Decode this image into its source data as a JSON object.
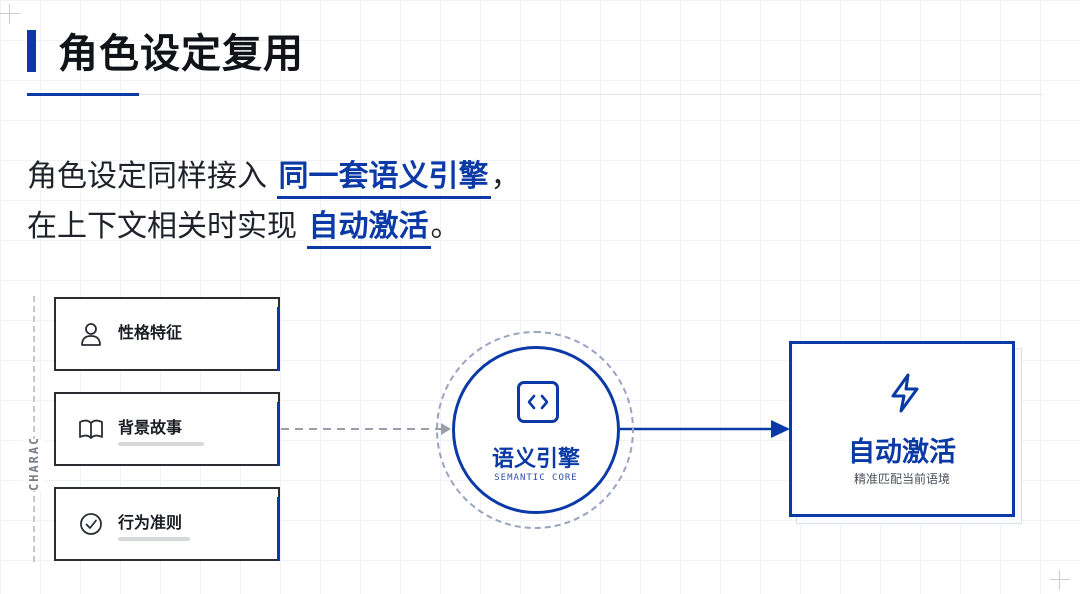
{
  "header": {
    "title": "角色设定复用"
  },
  "intro": {
    "line1_prefix": "角色设定同样接入 ",
    "line1_highlight": "同一套语义引擎",
    "line1_suffix": "，",
    "line2_prefix": "在上下文相关时实现 ",
    "line2_highlight": "自动激活",
    "line2_suffix": "。"
  },
  "character_doc": {
    "label": "CHARACTER DOC",
    "cards": [
      {
        "label": "性格特征",
        "icon": "user-icon"
      },
      {
        "label": "背景故事",
        "icon": "book-icon"
      },
      {
        "label": "行为准则",
        "icon": "check-circle-icon"
      }
    ]
  },
  "core": {
    "title": "语义引擎",
    "subtitle": "SEMANTIC CORE",
    "icon": "code-icon"
  },
  "output": {
    "title": "自动激活",
    "subtitle": "精准匹配当前语境",
    "icon": "lightning-icon"
  },
  "colors": {
    "accent": "#0b3aa6",
    "text": "#1a1d24",
    "muted": "#d6d8dc"
  }
}
